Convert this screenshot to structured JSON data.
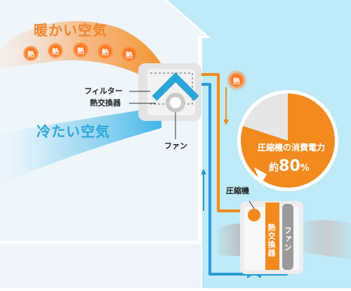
{
  "warm_air": {
    "label": "暖かい空気",
    "heat_marks": [
      "熱",
      "熱",
      "熱",
      "熱",
      "熱"
    ]
  },
  "cold_air": {
    "label": "冷たい空気"
  },
  "indoor_unit": {
    "filter_label": "フィルター",
    "heat_exchanger_label": "熱交換器",
    "fan_label": "ファン"
  },
  "pipe_heat": {
    "label": "熱"
  },
  "pie": {
    "line1": "圧縮機の消費電力",
    "prefix": "約",
    "value": "80",
    "unit": "%",
    "fraction": 0.8,
    "color": "#f28a1e",
    "rest_color": "#e6e6e6"
  },
  "outdoor_unit": {
    "compressor_label": "圧縮機",
    "heat_exchanger_label": "熱交換器",
    "fan_label": "ファン"
  },
  "colors": {
    "warm": "#f28a1e",
    "cold": "#2aa6d9",
    "pipe_hot": "#f28a1e",
    "pipe_cold": "#2a9bd8"
  }
}
